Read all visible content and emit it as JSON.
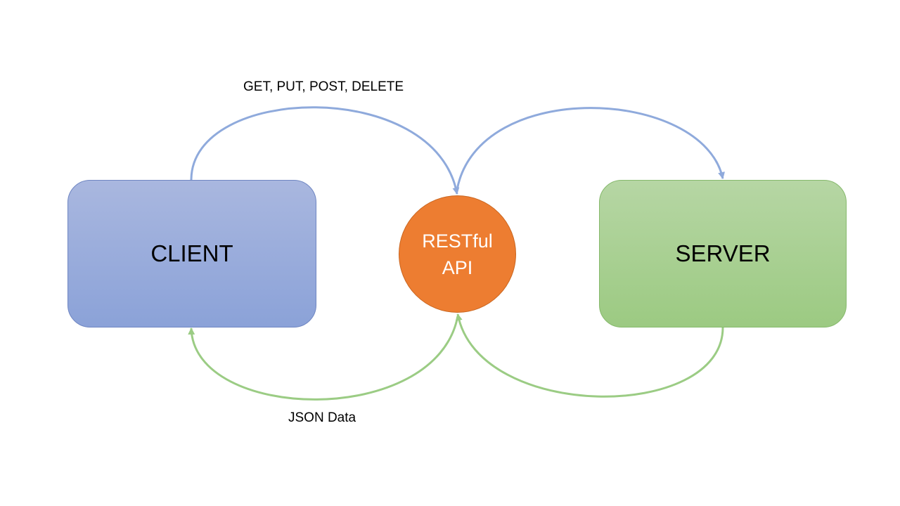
{
  "diagram": {
    "client": {
      "label": "CLIENT",
      "color": "#8ea4d9"
    },
    "server": {
      "label": "SERVER",
      "color": "#a4cf8c"
    },
    "api": {
      "line1": "RESTful",
      "line2": "API",
      "color": "#ed7d31"
    },
    "request_label": "GET, PUT, POST, DELETE",
    "response_label": "JSON Data",
    "request_arrow_color": "#8faadc",
    "response_arrow_color": "#9bcc84"
  }
}
